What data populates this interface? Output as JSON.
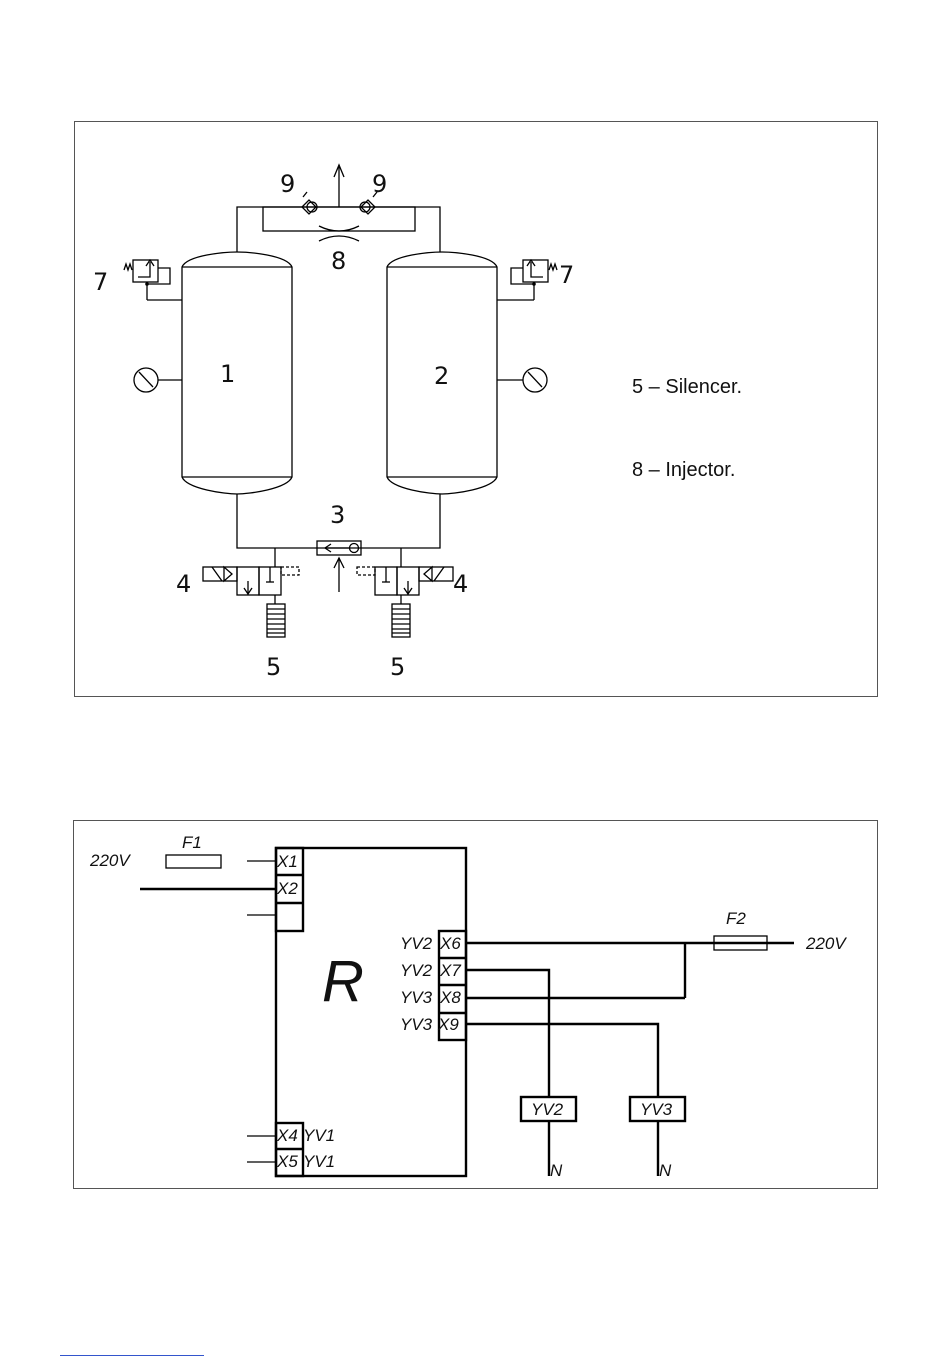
{
  "pneumatic": {
    "labels": {
      "check_valve_left": "9",
      "check_valve_right": "9",
      "injector": "8",
      "safety_valve_left": "7",
      "safety_valve_right": "7",
      "tank_left": "1",
      "tank_right": "2",
      "shuttle_valve": "3",
      "solenoid_left": "4",
      "solenoid_right": "4",
      "silencer_left": "5",
      "silencer_right": "5"
    },
    "legend": {
      "item_5": "5 – Silencer.",
      "item_8": "8 – Injector."
    }
  },
  "electrical": {
    "fuse_f1": "F1",
    "fuse_f2": "F2",
    "supply_left": "220V",
    "supply_right": "220V",
    "controller": "R",
    "terminals": {
      "x1": "X1",
      "x2": "X2",
      "x4": "X4",
      "x5": "X5",
      "x6": "X6",
      "x7": "X7",
      "x8": "X8",
      "x9": "X9"
    },
    "terminal_labels": {
      "x4": "YV1",
      "x5": "YV1",
      "x6": "YV2",
      "x7": "YV2",
      "x8": "YV3",
      "x9": "YV3"
    },
    "valves": {
      "yv2": "YV2",
      "yv3": "YV3"
    },
    "neutral_1": "N",
    "neutral_2": "N"
  }
}
